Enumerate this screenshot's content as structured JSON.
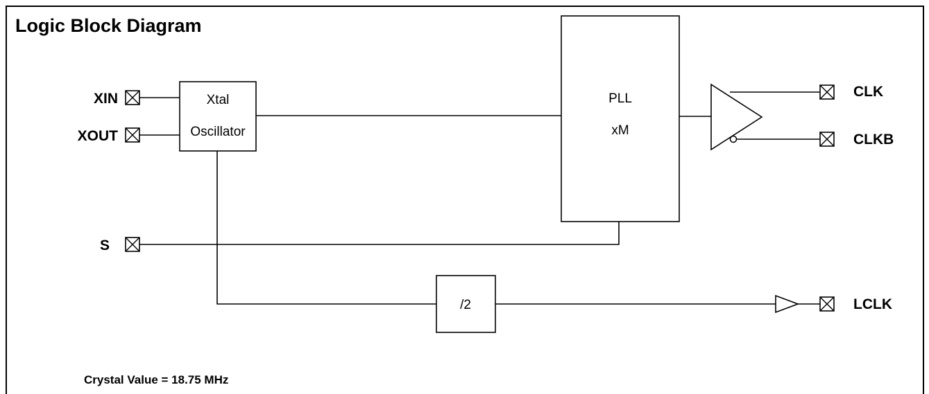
{
  "title": "Logic Block Diagram",
  "pins": {
    "xin": "XIN",
    "xout": "XOUT",
    "s": "S",
    "clk": "CLK",
    "clkb": "CLKB",
    "lclk": "LCLK"
  },
  "blocks": {
    "oscillator_line1": "Xtal",
    "oscillator_line2": "Oscillator",
    "pll_line1": "PLL",
    "pll_line2": "xM",
    "divider": "/2"
  },
  "footnote": "Crystal Value = 18.75 MHz"
}
